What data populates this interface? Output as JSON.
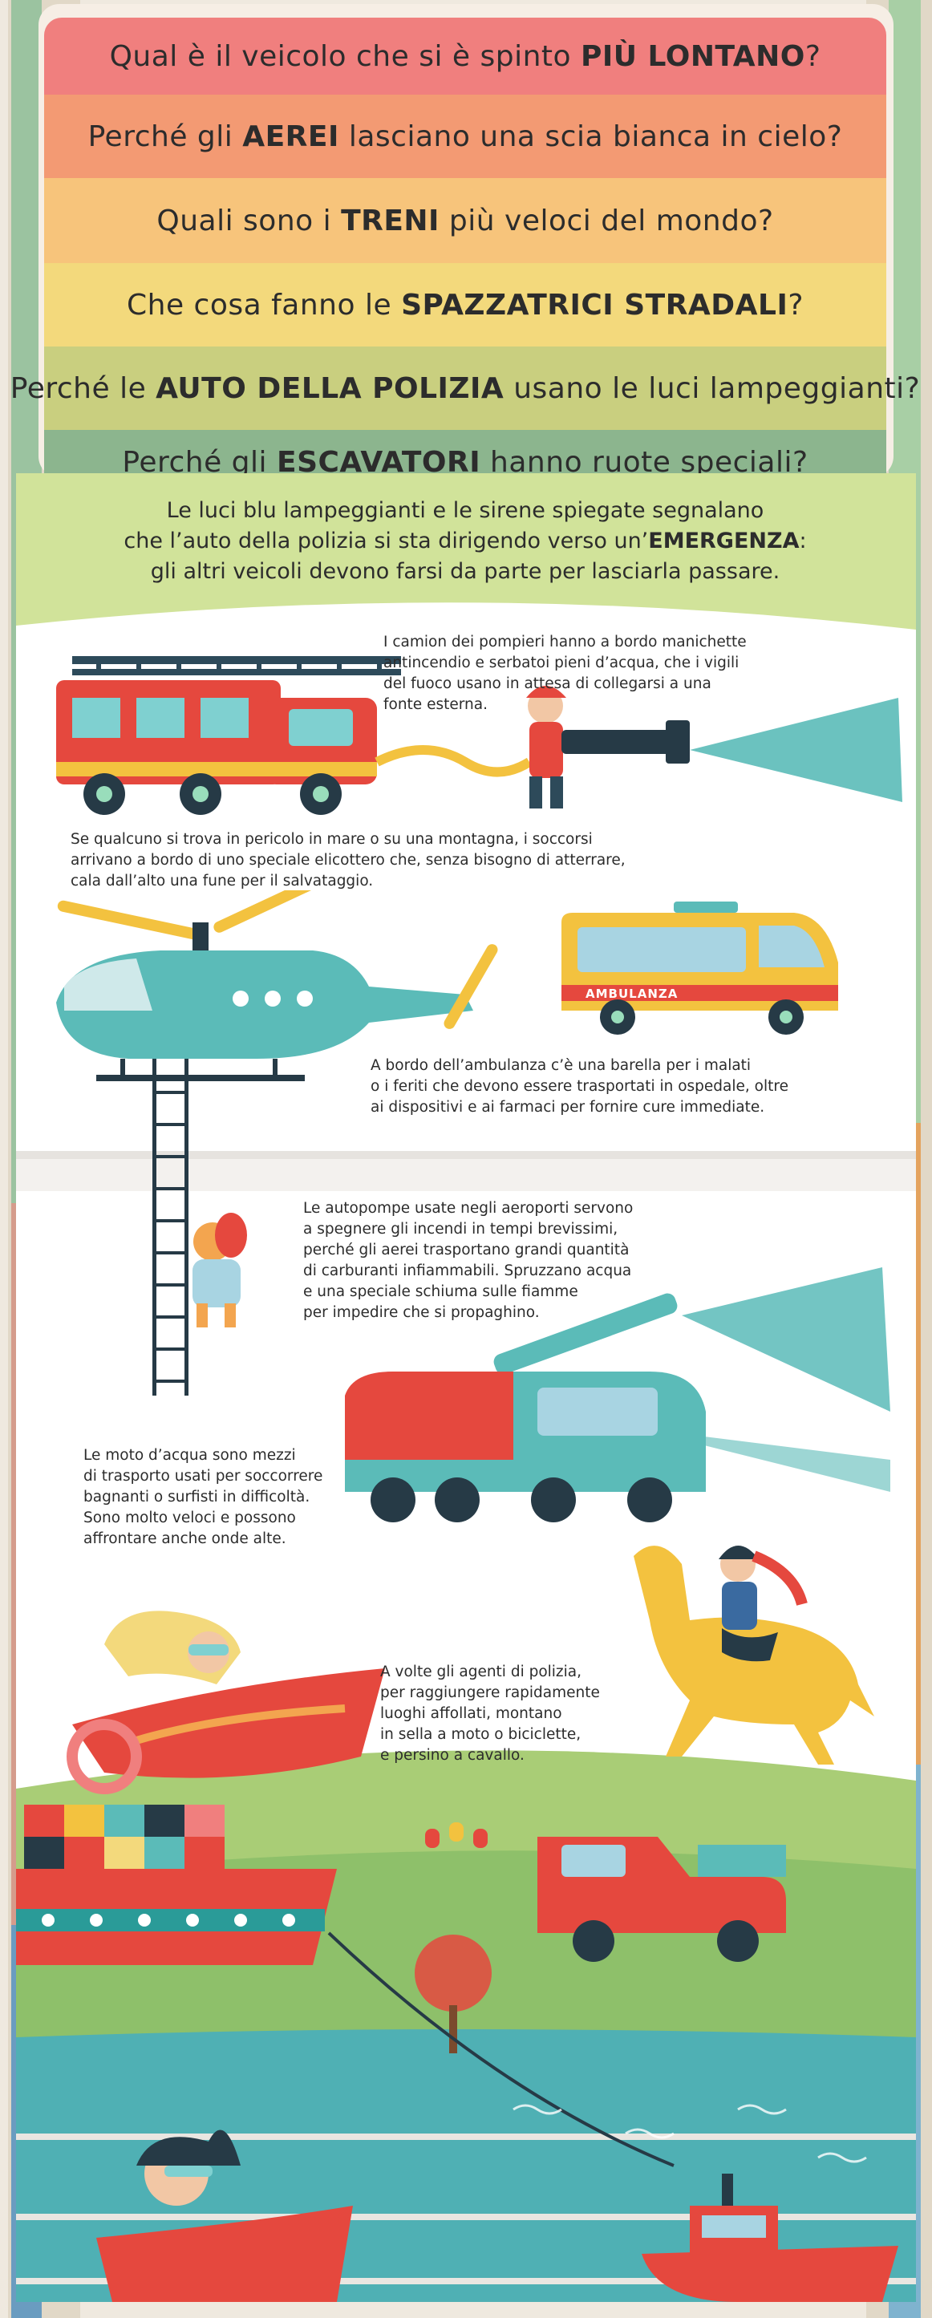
{
  "questions": [
    {
      "before": "Qual è il veicolo che si è spinto ",
      "strong": "PIÙ LONTANO",
      "after": "?"
    },
    {
      "before": "Perché gli ",
      "strong": "AEREI",
      "after": " lasciano una scia bianca in cielo?"
    },
    {
      "before": "Quali sono i ",
      "strong": "TRENI",
      "after": " più veloci del mondo?"
    },
    {
      "before": "Che cosa fanno le ",
      "strong": "SPAZZATRICI STRADALI",
      "after": "?"
    },
    {
      "before": "Perché le ",
      "strong": "AUTO DELLA POLIZIA",
      "after": " usano le luci lampeggianti?"
    },
    {
      "before": "Perché gli ",
      "strong": "ESCAVATORI",
      "after": " hanno ruote speciali?"
    }
  ],
  "headline": {
    "line1": "Le luci blu lampeggianti e le sirene spiegate segnalano",
    "line2_before": "che l’auto della polizia si sta dirigendo verso un’",
    "line2_strong": "EMERGENZA",
    "line2_after": ":",
    "line3": "gli altri veicoli devono farsi da parte per lasciarla passare."
  },
  "paragraphs": {
    "fire_truck": [
      "I camion dei pompieri hanno a bordo manichette",
      "antincendio e serbatoi pieni d’acqua, che i vigili",
      "del fuoco usano in attesa di collegarsi a una",
      "fonte esterna."
    ],
    "helicopter": [
      "Se qualcuno si trova in pericolo in mare o su una montagna, i soccorsi",
      "arrivano a bordo di uno speciale elicottero che, senza bisogno di atterrare,",
      "cala dall’alto una fune per il salvataggio."
    ],
    "ambulance": [
      "A bordo dell’ambulanza c’è una barella per i malati",
      "o i feriti che devono essere trasportati in ospedale, oltre",
      "ai dispositivi e ai farmaci per fornire cure immediate."
    ],
    "airport": [
      "Le autopompe usate negli aeroporti servono",
      "a spegnere gli incendi in tempi brevissimi,",
      "perché gli aerei trasportano grandi quantità",
      "di carburanti infiammabili. Spruzzano acqua",
      "e una speciale schiuma sulle fiamme",
      "per impedire che si propaghino."
    ],
    "jetski": [
      "Le moto d’acqua sono mezzi",
      "di trasporto usati per soccorrere",
      "bagnanti o surfisti in difficoltà.",
      "Sono molto veloci e possono",
      "affrontare anche onde alte."
    ],
    "police": [
      "A volte gli agenti di polizia,",
      "per raggiungere rapidamente",
      "luoghi affollati, montano",
      "in sella a moto o biciclette,",
      "e persino a cavallo."
    ]
  },
  "ambulance_label": "AMBULANZA",
  "colors": {
    "tab1": "#f07f7e",
    "tab2": "#f39a73",
    "tab3": "#f7c47b",
    "tab4": "#f3d97c",
    "tab5": "#c9cf7f",
    "tab6": "#8cb58e",
    "header_green": "#d1e39a",
    "water": "#5bbbb8",
    "hull": "#2a9b98",
    "red": "#e5483e",
    "yellow": "#f3c23f"
  }
}
